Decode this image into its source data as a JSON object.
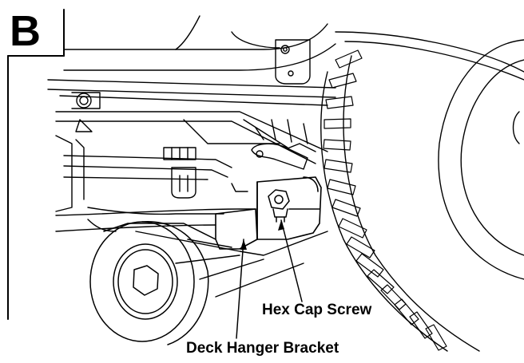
{
  "figure": {
    "panel_letter": "B",
    "callouts": {
      "hex_cap_screw": "Hex Cap Screw",
      "deck_hanger_bracket": "Deck Hanger Bracket"
    },
    "line_color": "#000000",
    "background_color": "#ffffff"
  }
}
